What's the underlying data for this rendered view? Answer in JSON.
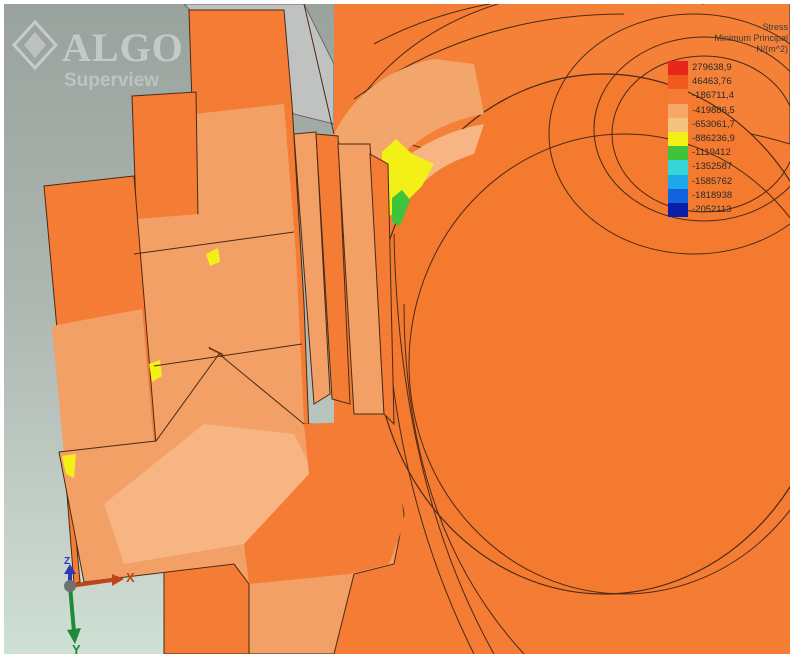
{
  "app": {
    "logo_text": "ALGO",
    "logo_subtext": "Superview"
  },
  "legend": {
    "title_lines": [
      "Stress",
      "Minimum Principal",
      "N/(m^2)"
    ],
    "entries": [
      {
        "label": "279638,9",
        "color": "#e8261c"
      },
      {
        "label": "46463,76",
        "color": "#f05a1e"
      },
      {
        "label": "-186711,4",
        "color": "#f47c34"
      },
      {
        "label": "-419886,5",
        "color": "#f5a868"
      },
      {
        "label": "-653061,7",
        "color": "#f6c280"
      },
      {
        "label": "-886236,9",
        "color": "#f2f016"
      },
      {
        "label": "-1119412",
        "color": "#3ec43a"
      },
      {
        "label": "-1352587",
        "color": "#36d6d8"
      },
      {
        "label": "-1585762",
        "color": "#1ea8ea"
      },
      {
        "label": "-1818938",
        "color": "#1064e0"
      },
      {
        "label": "-2052113",
        "color": "#0a1ea6"
      }
    ]
  },
  "triad": {
    "x_label": "X",
    "y_label": "Y",
    "z_label": "Z"
  },
  "colors": {
    "orange_main": "#f47c34",
    "orange_light": "#f3a06a",
    "orange_pale": "#f6b582",
    "yellow": "#f2f016",
    "green": "#3ec43a",
    "outline": "#4a2a14",
    "grey_panel": "#b8b8b8"
  }
}
